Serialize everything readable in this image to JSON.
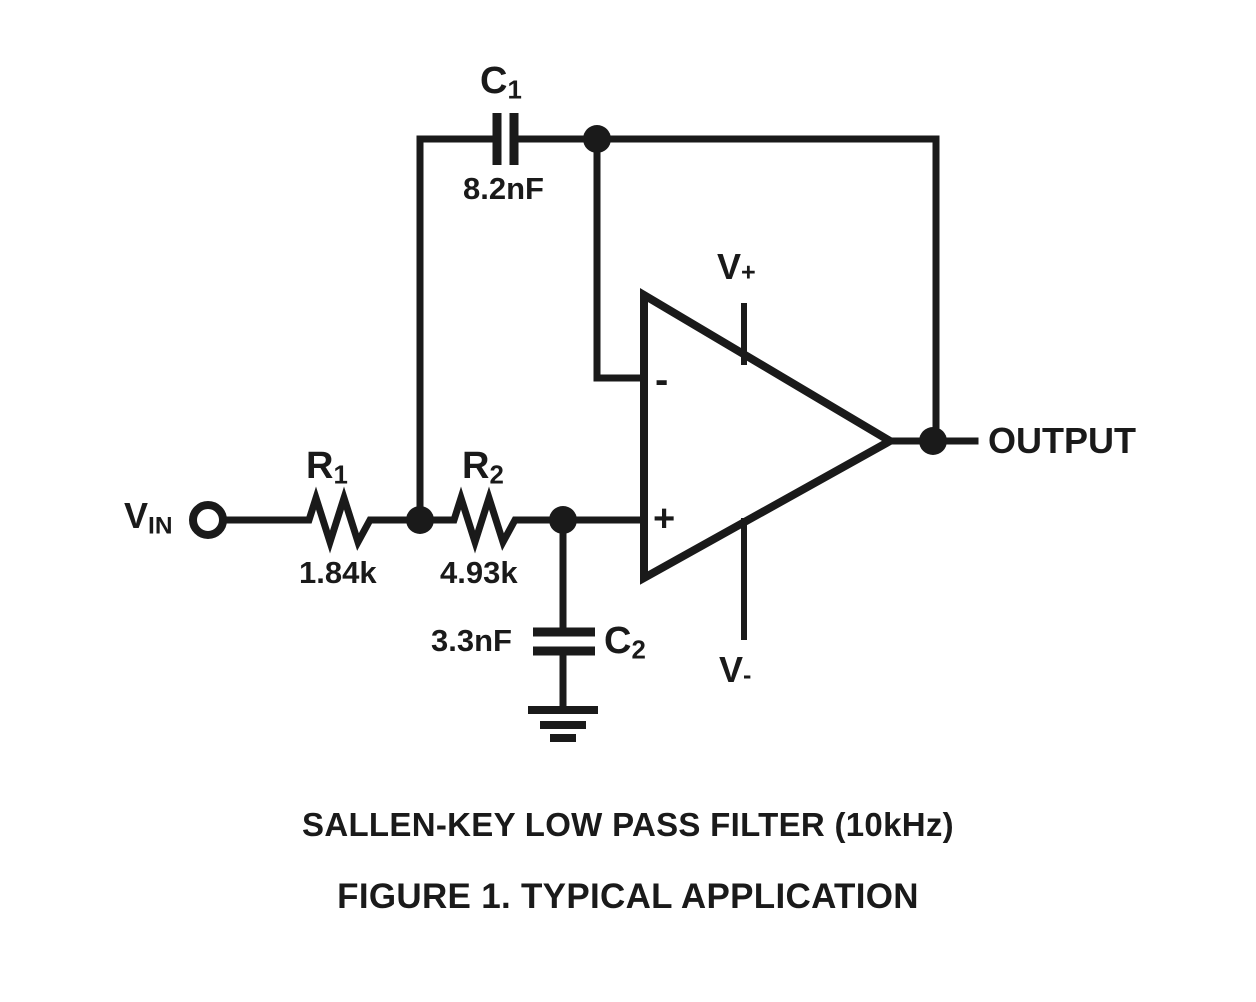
{
  "figure": {
    "caption_line_1": "SALLEN-KEY LOW PASS FILTER (10kHz)",
    "caption_line_2": "FIGURE 1.  TYPICAL APPLICATION"
  },
  "schematic": {
    "type": "circuit-schematic",
    "topology": "Sallen-Key low pass filter, unity-gain voltage follower configuration",
    "background_color": "#ffffff",
    "ink_color": "#1a1a1a",
    "ports": {
      "input": {
        "label_base": "V",
        "label_sub": "IN",
        "name": "input-terminal"
      },
      "output": {
        "label": "OUTPUT",
        "name": "output-terminal"
      }
    },
    "supply_rails": {
      "positive": {
        "label_base": "V",
        "label_sup": "+"
      },
      "negative": {
        "label_base": "V",
        "label_sup": "-"
      }
    },
    "opamp": {
      "inverting_pin": "-",
      "noninverting_pin": "+"
    },
    "components": [
      {
        "refdes_base": "R",
        "refdes_sub": "1",
        "value": "1.84k",
        "kind": "resistor",
        "note": "series input resistor"
      },
      {
        "refdes_base": "R",
        "refdes_sub": "2",
        "value": "4.93k",
        "kind": "resistor",
        "note": "second series resistor"
      },
      {
        "refdes_base": "C",
        "refdes_sub": "1",
        "value": "8.2nF",
        "kind": "capacitor",
        "note": "feedback capacitor from output to R1/R2 node"
      },
      {
        "refdes_base": "C",
        "refdes_sub": "2",
        "value": "3.3nF",
        "kind": "capacitor",
        "note": "shunt capacitor to ground at non-inverting input"
      }
    ],
    "ground_symbol": "earth-ground"
  }
}
